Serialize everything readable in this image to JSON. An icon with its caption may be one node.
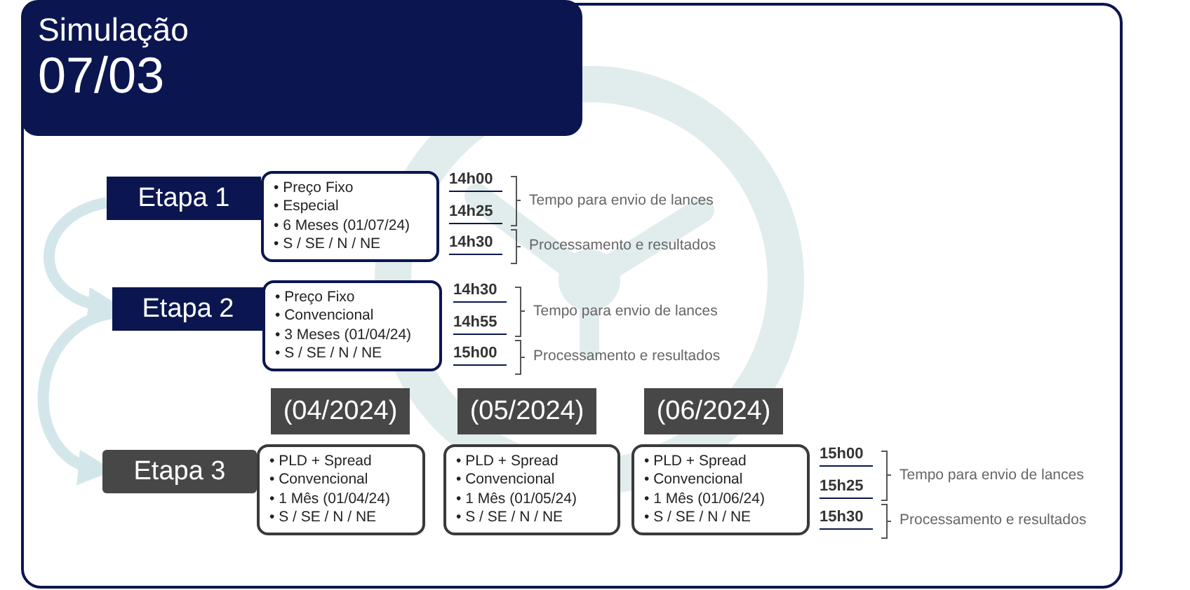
{
  "diagram": {
    "nodes": [
      {
        "text": [
          "Simulação",
          "07/03"
        ]
      },
      {
        "text": [
          "Etapa 1"
        ]
      },
      {
        "text": [
          "• Preço Fixo",
          "• Especial",
          "• 6 Meses (01/07/24)",
          "• S / SE / N / NE"
        ]
      },
      {
        "text": [
          "Etapa 2"
        ]
      },
      {
        "text": [
          "• Preço Fixo",
          "• Convencional",
          "• 3 Meses (01/04/24)",
          "• S / SE / N / NE"
        ]
      },
      {
        "text": [
          "(04/2024)"
        ]
      },
      {
        "text": [
          "(05/2024)"
        ]
      },
      {
        "text": [
          "(06/2024)"
        ]
      },
      {
        "text": [
          "Etapa 3"
        ]
      },
      {
        "text": [
          "• PLD + Spread",
          "• Convencional",
          "• 1 Mês (01/04/24)",
          "• S / SE / N / NE"
        ]
      },
      {
        "text": [
          "• PLD + Spread",
          "• Convencional",
          "• 1 Mês (01/05/24)",
          "• S / SE / N / NE"
        ]
      },
      {
        "text": [
          "• PLD + Spread",
          "• Convencional",
          "• 1 Mês (01/06/24)",
          "• S / SE / N / NE"
        ]
      }
    ],
    "edges": [
      {
        "from": 1,
        "to": 3,
        "arrow": "to"
      },
      {
        "from": 3,
        "to": 8,
        "arrow": "to"
      }
    ],
    "labels": [
      "14h00",
      "Tempo para envio de lances",
      "14h25",
      "14h30",
      "Processamento e resultados",
      "14h30",
      "Tempo para envio de lances",
      "14h55",
      "15h00",
      "Processamento e resultados",
      "15h00",
      "Tempo para envio de lances",
      "15h25",
      "15h30",
      "Processamento e resultados"
    ]
  }
}
